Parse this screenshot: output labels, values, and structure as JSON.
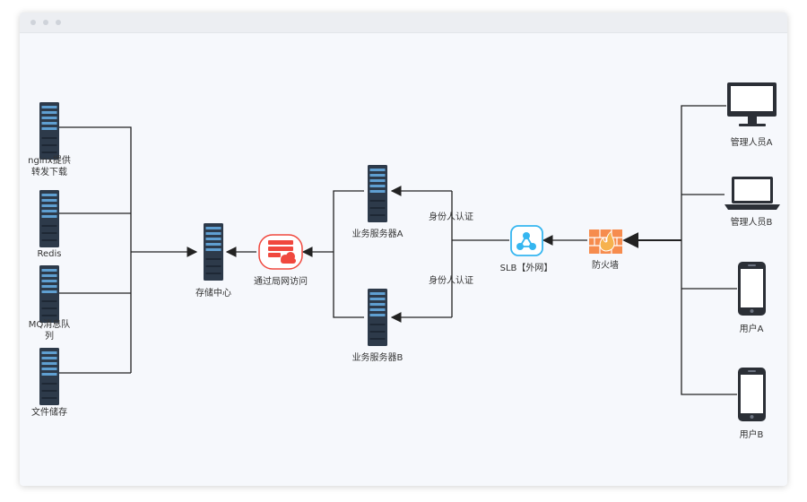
{
  "nodes": {
    "nginx": {
      "label_line1": "nginx提供",
      "label_line2": "转发下载"
    },
    "redis": {
      "label": "Redis"
    },
    "mq": {
      "label_line1": "MQ消息队",
      "label_line2": "列"
    },
    "file": {
      "label": "文件储存"
    },
    "storage": {
      "label": "存储中心"
    },
    "lan": {
      "label": "通过局网访问"
    },
    "serverA": {
      "label": "业务服务器A"
    },
    "serverB": {
      "label": "业务服务器B"
    },
    "slb": {
      "label": "SLB【外网】"
    },
    "firewall": {
      "label": "防火墙"
    },
    "adminA": {
      "label": "管理人员A"
    },
    "adminB": {
      "label": "管理人员B"
    },
    "userA": {
      "label": "用户A"
    },
    "userB": {
      "label": "用户B"
    }
  },
  "edges": {
    "auth_top": "身份人认证",
    "auth_bottom": "身份人认证"
  },
  "colors": {
    "server_body": "#2d3a4a",
    "server_slot": "#5f9fd1",
    "lan_icon": "#f0483e",
    "slb_icon": "#35b6f0",
    "firewall_icon": "#f68c4e",
    "line": "#222222"
  }
}
